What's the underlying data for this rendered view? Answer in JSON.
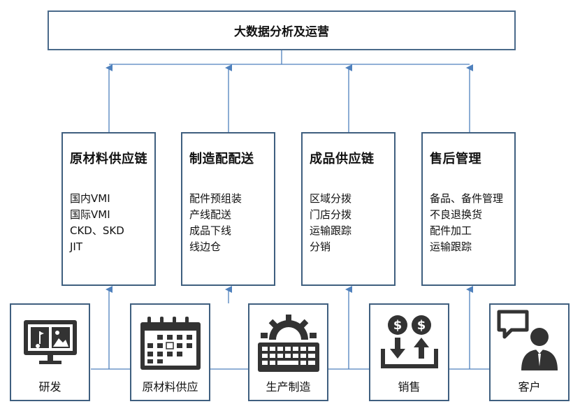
{
  "top": {
    "title": "大数据分析及运营"
  },
  "middle": [
    {
      "title": "原材料供应链",
      "items": [
        "国内VMI",
        "国际VMI",
        "CKD、SKD",
        "JIT"
      ]
    },
    {
      "title": "制造配配送",
      "items": [
        "配件预组装",
        "产线配送",
        "成品下线",
        "线边仓"
      ]
    },
    {
      "title": "成品供应链",
      "items": [
        "区域分拨",
        "门店分拨",
        "运输跟踪",
        "分销"
      ]
    },
    {
      "title": "售后管理",
      "items": [
        "备品、备件管理",
        "不良退换货",
        "配件加工",
        "运输跟踪"
      ]
    }
  ],
  "bottom": [
    {
      "label": "研发",
      "icon": "monitor-media-icon"
    },
    {
      "label": "原材料供应",
      "icon": "calendar-icon"
    },
    {
      "label": "生产制造",
      "icon": "gear-keyboard-icon"
    },
    {
      "label": "销售",
      "icon": "dollar-exchange-icon"
    },
    {
      "label": "客户",
      "icon": "customer-chat-icon"
    }
  ],
  "colors": {
    "line": "#4f81bd",
    "border": "#3f5f7f"
  }
}
